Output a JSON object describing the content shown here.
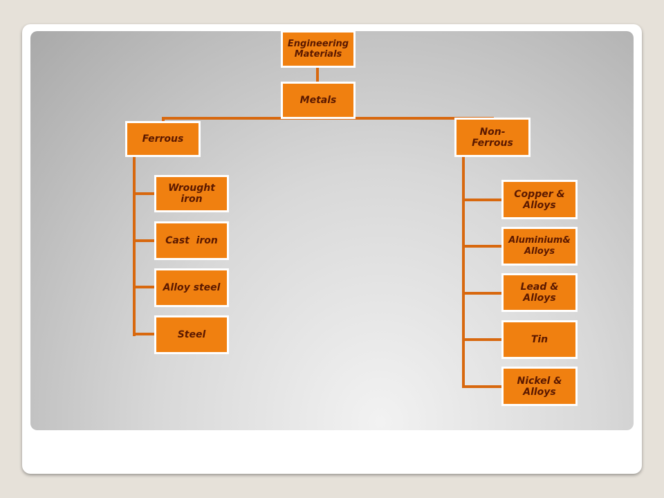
{
  "diagram": {
    "colors": {
      "node_fill": "#f08010",
      "node_border": "#ffffff",
      "node_text": "#5a1800",
      "connector": "#d8680e"
    },
    "root": "Engineering Materials",
    "level1": "Metals",
    "ferrous": {
      "label": "Ferrous",
      "children": [
        "Wrought iron",
        "Cast  iron",
        "Alloy steel",
        "Steel"
      ]
    },
    "non_ferrous": {
      "label": "Non-Ferrous",
      "children": [
        "Copper & Alloys",
        "Aluminium& Alloys",
        "Lead & Alloys",
        "Tin",
        "Nickel & Alloys"
      ]
    }
  }
}
